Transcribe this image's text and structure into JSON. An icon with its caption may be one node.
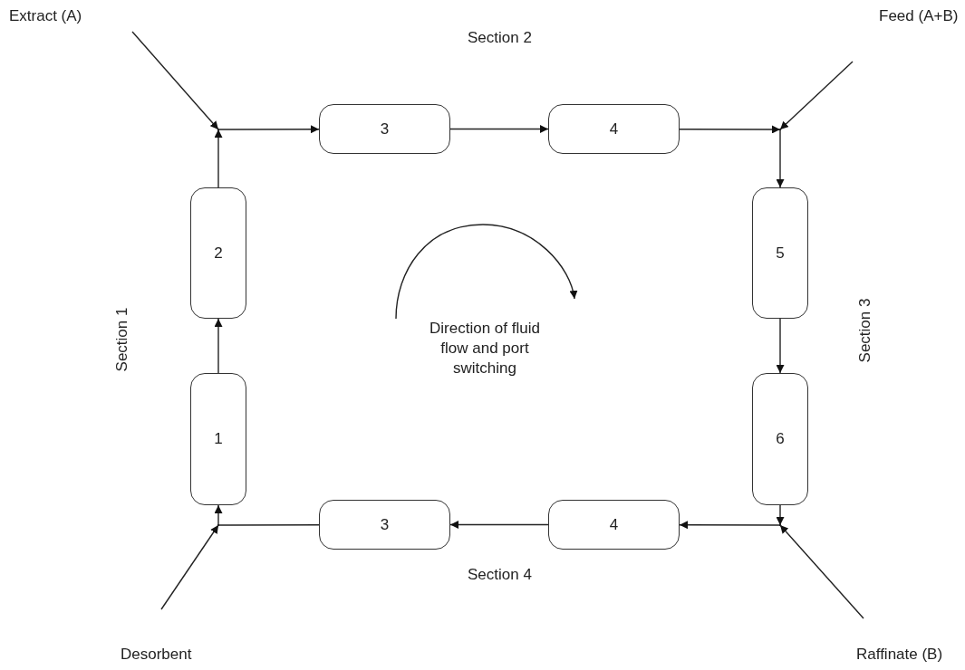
{
  "diagram": {
    "nodes": [
      {
        "text": [
          "Extract (A)"
        ]
      },
      {
        "text": [
          "Feed (A+B)"
        ]
      },
      {
        "text": [],
        "shape": "point"
      },
      {
        "text": [
          "3"
        ]
      },
      {
        "text": [
          "4"
        ]
      },
      {
        "text": [],
        "shape": "point"
      },
      {
        "text": [
          "2"
        ]
      },
      {
        "text": [
          "5"
        ]
      },
      {
        "text": [
          "1"
        ]
      },
      {
        "text": [
          "6"
        ]
      },
      {
        "text": [],
        "shape": "point"
      },
      {
        "text": [
          "3"
        ]
      },
      {
        "text": [
          "4"
        ]
      },
      {
        "text": [],
        "shape": "point"
      },
      {
        "text": [
          "Desorbent"
        ]
      },
      {
        "text": [
          "Raffinate (B)"
        ]
      }
    ],
    "edges": [
      {
        "from": 0,
        "to": 2,
        "arrow": "to"
      },
      {
        "from": 6,
        "to": 2,
        "arrow": "to"
      },
      {
        "from": 2,
        "to": 3,
        "arrow": "to"
      },
      {
        "from": 3,
        "to": 4,
        "arrow": "to"
      },
      {
        "from": 4,
        "to": 5,
        "arrow": "to"
      },
      {
        "from": 1,
        "to": 5,
        "arrow": "to"
      },
      {
        "from": 5,
        "to": 7,
        "arrow": "to"
      },
      {
        "from": 7,
        "to": 9,
        "arrow": "to"
      },
      {
        "from": 9,
        "to": 13,
        "arrow": "to"
      },
      {
        "from": 15,
        "to": 13,
        "arrow": "to"
      },
      {
        "from": 13,
        "to": 12,
        "arrow": "to"
      },
      {
        "from": 12,
        "to": 11,
        "arrow": "to"
      },
      {
        "from": 11,
        "to": 10,
        "arrow": "none"
      },
      {
        "from": 14,
        "to": 10,
        "arrow": "to"
      },
      {
        "from": 10,
        "to": 8,
        "arrow": "to"
      },
      {
        "from": 8,
        "to": 6,
        "arrow": "to"
      }
    ],
    "labels": [
      "Section 2",
      "Section 1",
      "Direction of fluid flow and port switching",
      "Section 3",
      "Section 4"
    ]
  }
}
